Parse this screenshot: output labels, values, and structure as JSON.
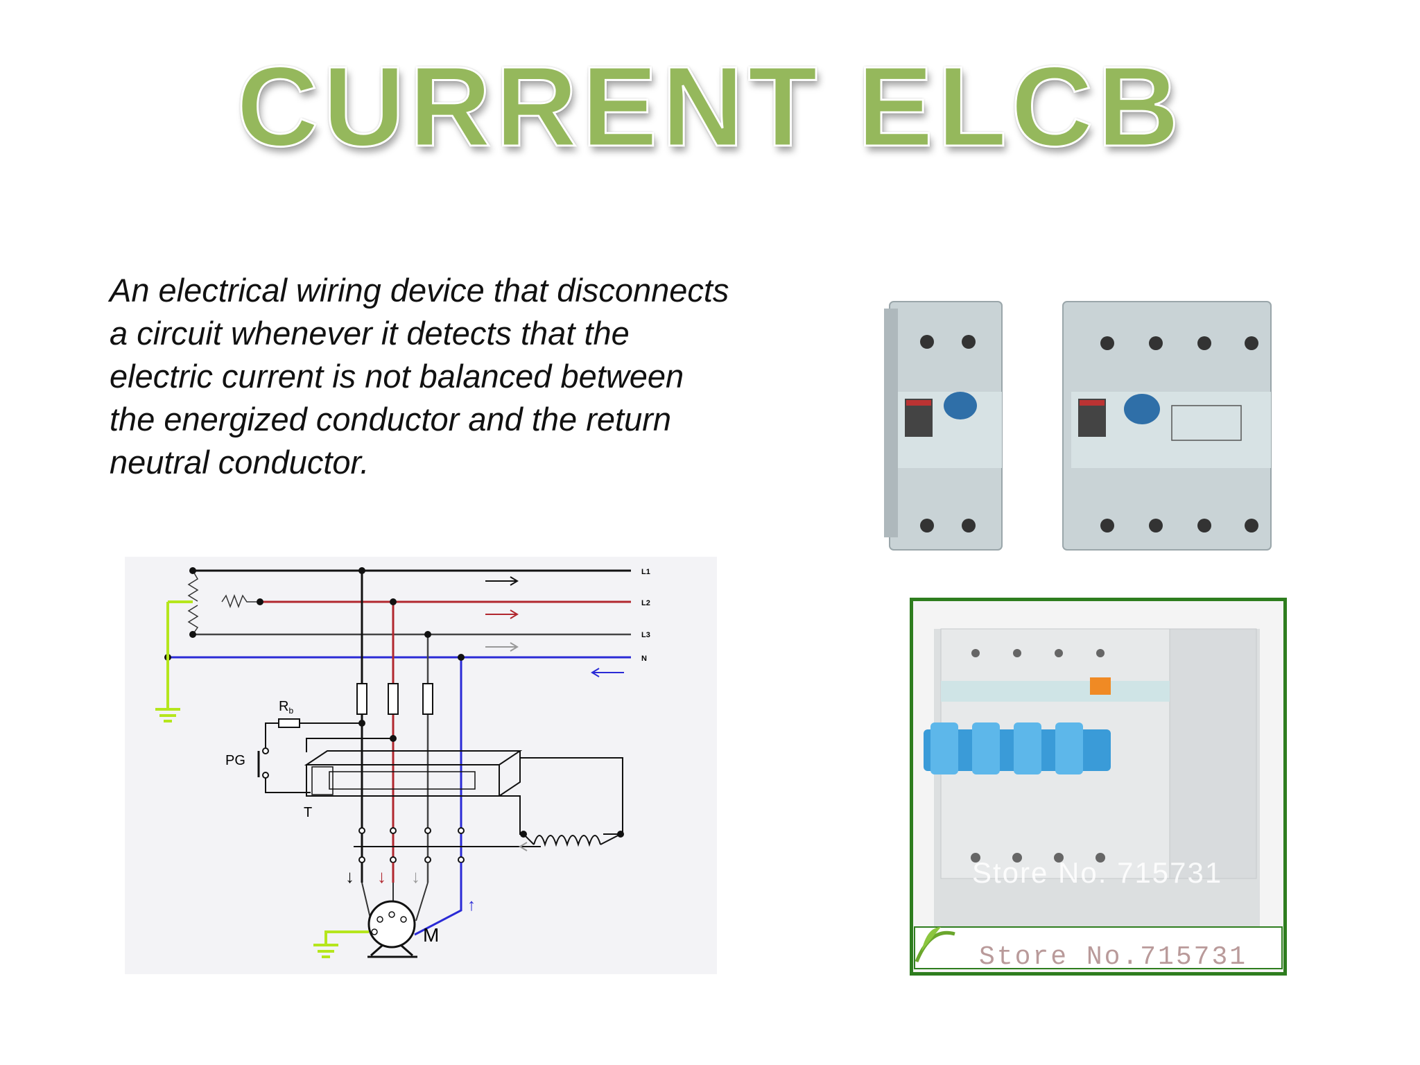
{
  "slide": {
    "title": "CURRENT ELCB",
    "body": "An electrical wiring device that disconnects\na circuit whenever it detects that the\nelectric current is not balanced between\nthe energized conductor and the return\nneutral conductor."
  },
  "diagram": {
    "line_labels": [
      "L1",
      "L2",
      "L3",
      "N"
    ],
    "rb_label": "R",
    "rb_sub": "b",
    "pg_label": "PG",
    "t_label": "T",
    "m_label": "M"
  },
  "photo": {
    "watermark": "Store No. 715731",
    "store_label": "Store No.715731"
  },
  "colors": {
    "title_green": "#95b85c",
    "frame_green": "#2e7d1e",
    "l2_red": "#b1272e",
    "neutral_blue": "#2a2ad6",
    "earth_green": "#b5e61d"
  }
}
